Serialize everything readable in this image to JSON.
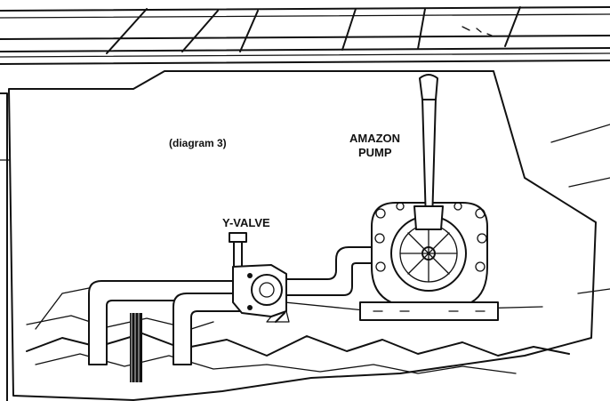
{
  "labels": {
    "diagram_caption": "(diagram 3)",
    "pump_line1": "AMAZON",
    "pump_line2": "PUMP",
    "valve": "Y-VALVE"
  },
  "colors": {
    "ink": "#111111",
    "paper": "#ffffff"
  }
}
